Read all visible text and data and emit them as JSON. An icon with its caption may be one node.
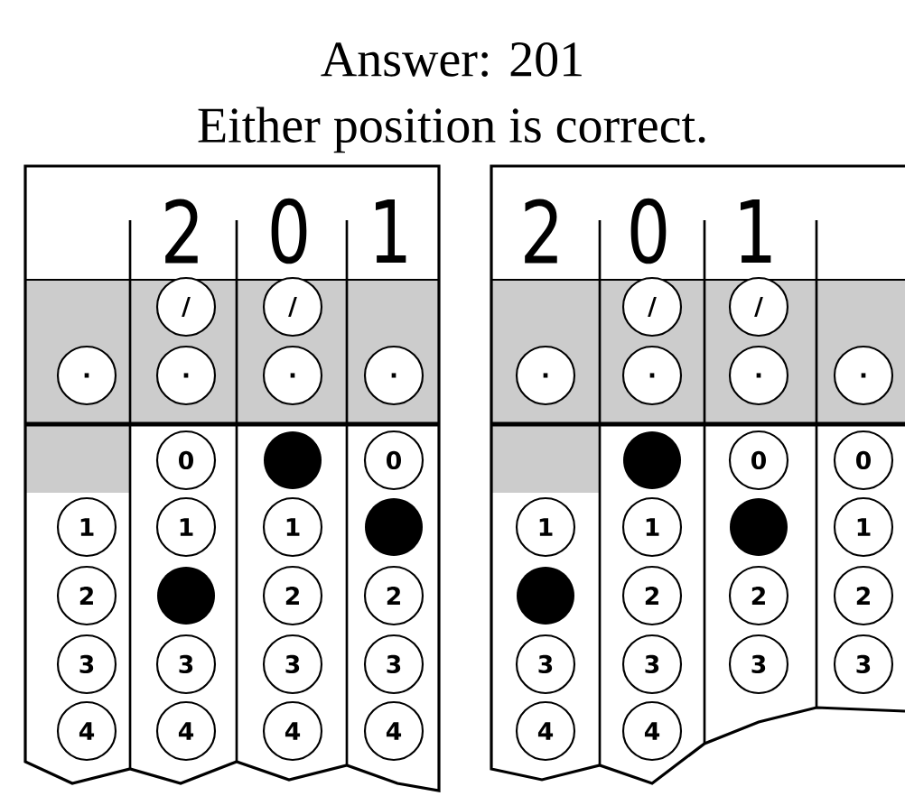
{
  "diagram": {
    "title": "Answer: 201",
    "labels": [
      "Either position is correct.",
      "2",
      "0",
      "1",
      "/",
      "/",
      ".",
      ".",
      ".",
      ".",
      "0",
      "0",
      "1",
      "1",
      "1",
      "2",
      "2",
      "2",
      "3",
      "3",
      "3",
      "3",
      "4",
      "4",
      "4",
      "4",
      "2",
      "0",
      "1",
      "/",
      "/",
      ".",
      ".",
      ".",
      ".",
      "0",
      "0",
      "1",
      "1",
      "1",
      "2",
      "2",
      "2",
      "3",
      "3",
      "3",
      "3",
      "4",
      "4"
    ]
  }
}
